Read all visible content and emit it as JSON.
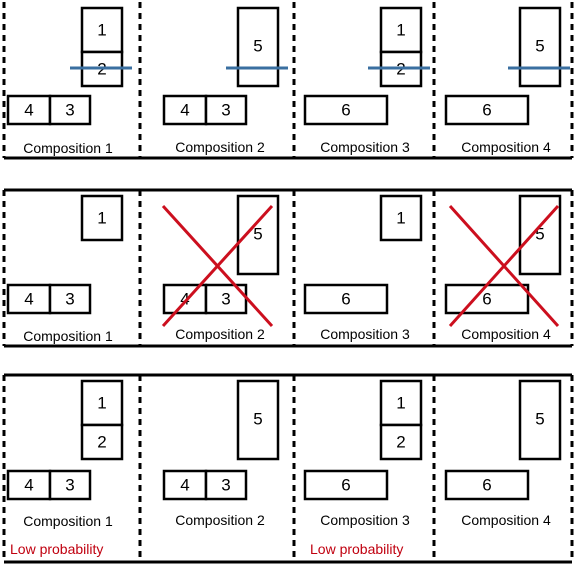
{
  "colors": {
    "cut_line": "#3a6fa0",
    "cross": "#cc0f1e",
    "low_probability": "#c0000f"
  },
  "labels": {
    "b1": "1",
    "b2": "2",
    "b3": "3",
    "b4": "4",
    "b5": "5",
    "b6": "6",
    "comp1": "Composition 1",
    "comp2": "Composition 2",
    "comp3": "Composition 3",
    "comp4": "Composition 4",
    "low_prob": "Low probability"
  }
}
